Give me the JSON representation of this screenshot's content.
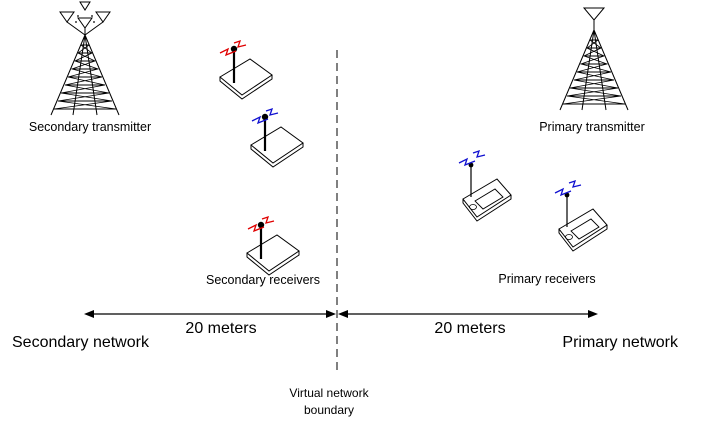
{
  "labels": {
    "secondary_transmitter": "Secondary transmitter",
    "primary_transmitter": "Primary transmitter",
    "secondary_receivers": "Secondary receivers",
    "primary_receivers": "Primary receivers",
    "secondary_network": "Secondary network",
    "primary_network": "Primary network",
    "left_distance": "20 meters",
    "right_distance": "20 meters",
    "boundary_line1": "Virtual network",
    "boundary_line2": "boundary"
  },
  "colors": {
    "line": "#000000",
    "secondary_signal": "#e00000",
    "primary_signal": "#1010d0",
    "background": "#ffffff"
  },
  "icons": {
    "transmitter": "antenna-tower-icon",
    "receiver": "handheld-device-icon",
    "signal": "lightning-signal-icon"
  }
}
